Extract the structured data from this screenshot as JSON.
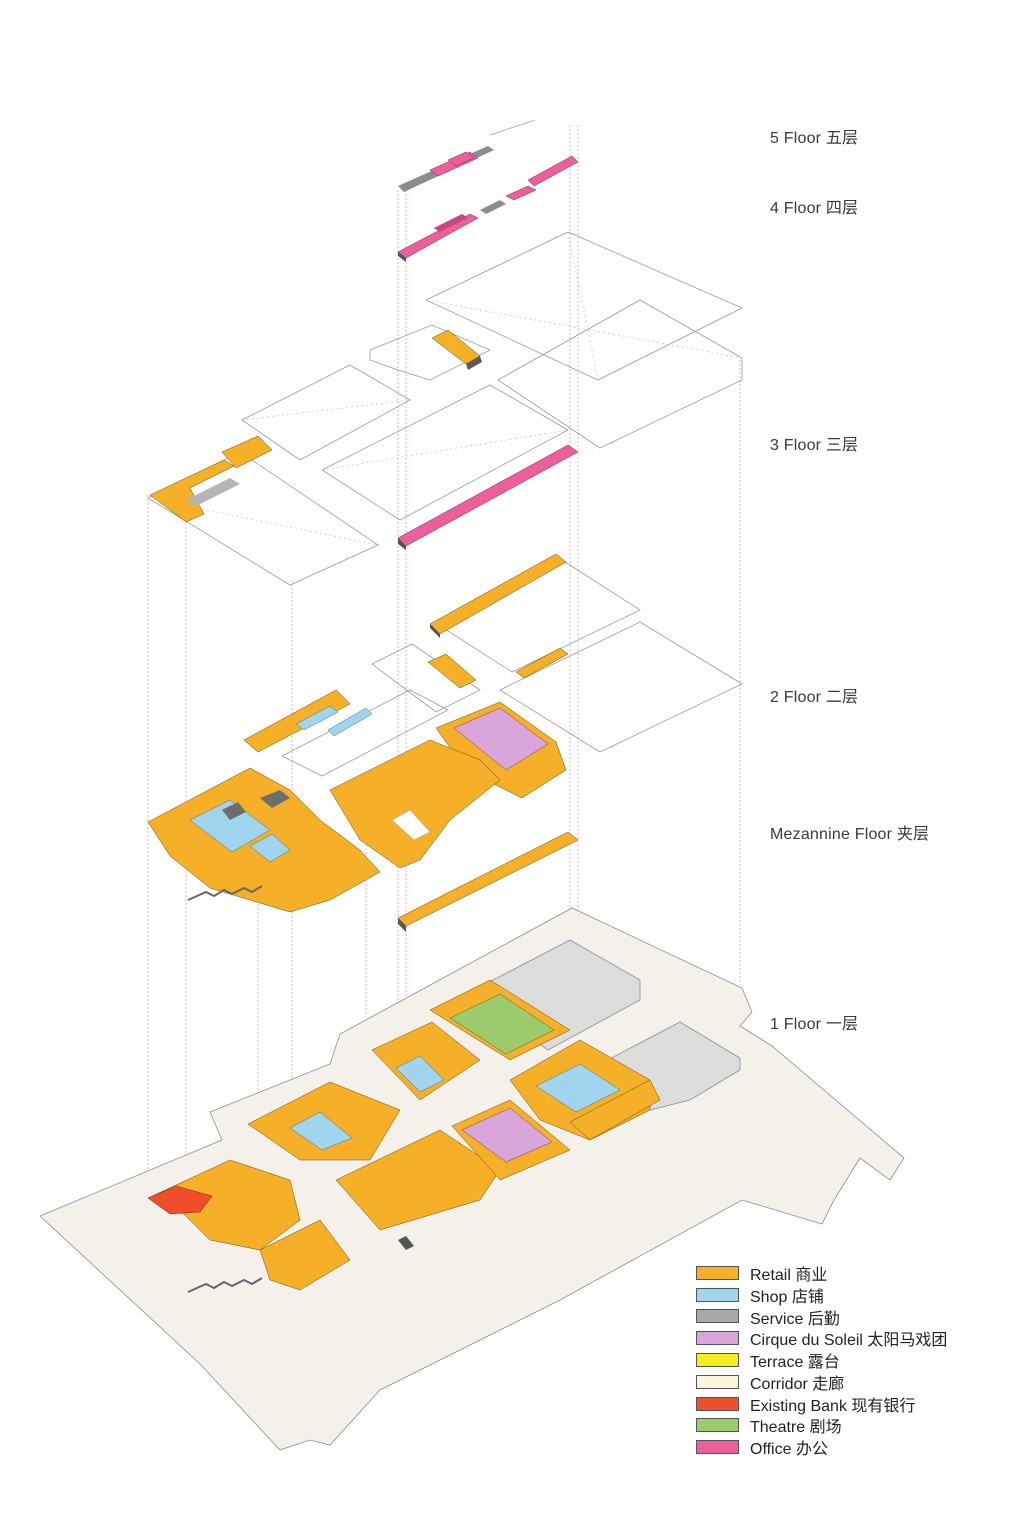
{
  "floors": [
    {
      "id": "f5",
      "label": "5 Floor 五层"
    },
    {
      "id": "f4",
      "label": "4 Floor 四层"
    },
    {
      "id": "f3",
      "label": "3 Floor 三层"
    },
    {
      "id": "f2",
      "label": "2 Floor 二层"
    },
    {
      "id": "mz",
      "label": "Mezannine Floor 夹层"
    },
    {
      "id": "f1",
      "label": "1 Floor 一层"
    }
  ],
  "legend": [
    {
      "key": "retail",
      "label": "Retail 商业",
      "color": "#F5B027"
    },
    {
      "key": "shop",
      "label": "Shop 店铺",
      "color": "#9FD6EE"
    },
    {
      "key": "service",
      "label": "Service 后勤",
      "color": "#A9A9A9"
    },
    {
      "key": "cirque",
      "label": "Cirque du Soleil 太阳马戏团",
      "color": "#D9A6D9"
    },
    {
      "key": "terrace",
      "label": "Terrace 露台",
      "color": "#F6EC1F"
    },
    {
      "key": "corridor",
      "label": "Corridor 走廊",
      "color": "#FBF6D9"
    },
    {
      "key": "bank",
      "label": "Existing Bank 现有银行",
      "color": "#EE4E2A"
    },
    {
      "key": "theatre",
      "label": "Theatre 剧场",
      "color": "#9DCB6B"
    },
    {
      "key": "office",
      "label": "Office 办公",
      "color": "#EE5E9A"
    }
  ]
}
